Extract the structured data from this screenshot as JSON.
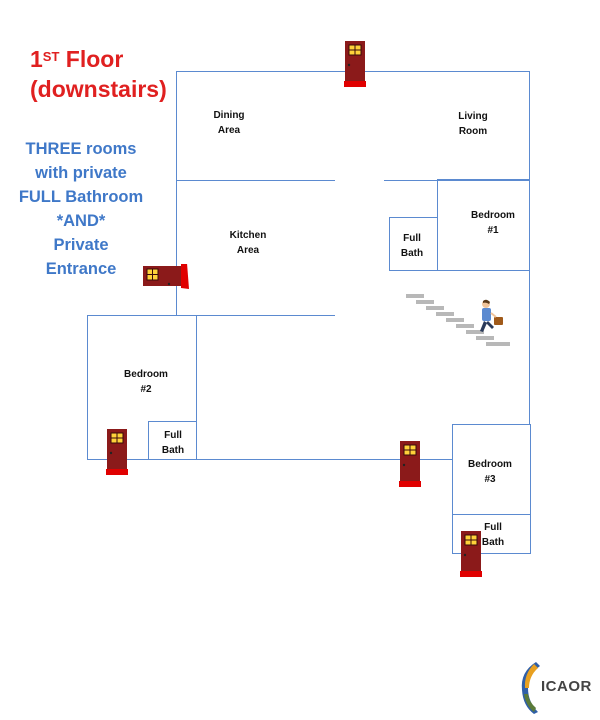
{
  "header": {
    "title_main": "1",
    "title_sup": "ST",
    "title_rest": " Floor",
    "title_line2": "(downstairs)"
  },
  "promo": {
    "lines": [
      "THREE rooms",
      "with private",
      "FULL Bathroom",
      "*AND*",
      "Private",
      "Entrance"
    ]
  },
  "rooms": {
    "dining": [
      "Dining",
      "Area"
    ],
    "living": [
      "Living",
      "Room"
    ],
    "kitchen": [
      "Kitchen",
      "Area"
    ],
    "bedroom1": [
      "Bedroom",
      "#1"
    ],
    "bath1": [
      "Full",
      "Bath"
    ],
    "bedroom2": [
      "Bedroom",
      "#2"
    ],
    "bath2": [
      "Full",
      "Bath"
    ],
    "bedroom3": [
      "Bedroom",
      "#3"
    ],
    "bath3": [
      "Full",
      "Bath"
    ]
  },
  "logo": {
    "text": "ICAOR"
  },
  "colors": {
    "title": "#e02020",
    "promo": "#3f78c8",
    "walls": "#5b8ad0",
    "door": "#8b1a1a",
    "door_mat": "#e00000",
    "window": "#ffd23a"
  },
  "icons": [
    "door-icon",
    "stairs-icon",
    "person-climbing-icon",
    "logo-icon"
  ]
}
